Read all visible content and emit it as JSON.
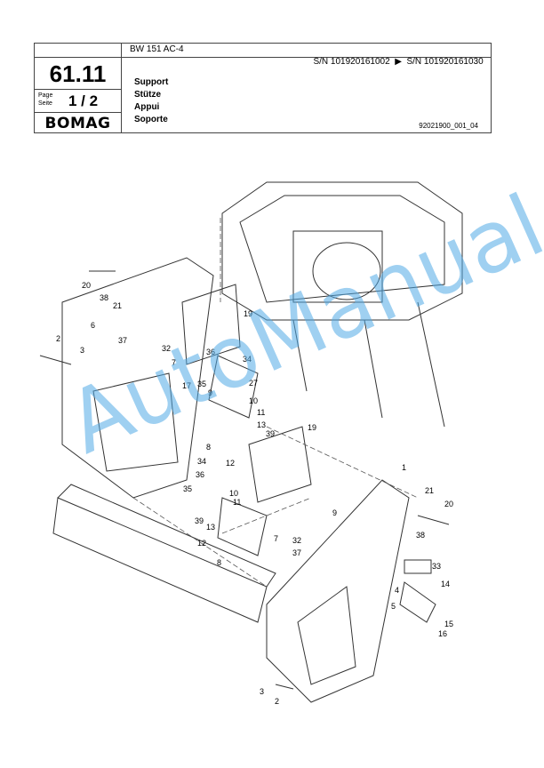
{
  "header": {
    "model": "BW 151 AC-4",
    "section_number": "61.11",
    "page_label_1": "Page",
    "page_label_2": "Seite",
    "page_number": "1 / 2",
    "brand": "BOMAG",
    "sn_from": "S/N 101920161002",
    "sn_arrow": "▶",
    "sn_to": "S/N 101920161030",
    "titles": [
      "Support",
      "Stütze",
      "Appui",
      "Soporte"
    ],
    "doc_id": "92021900_001_04"
  },
  "watermark": "AutoManual",
  "callouts": [
    "20",
    "38",
    "21",
    "6",
    "2",
    "3",
    "37",
    "32",
    "7",
    "36",
    "34",
    "19",
    "17",
    "35",
    "9",
    "27",
    "10",
    "11",
    "13",
    "39",
    "12",
    "8",
    "19",
    "1",
    "21",
    "20",
    "38",
    "34",
    "36",
    "35",
    "10",
    "11",
    "39",
    "13",
    "12",
    "8",
    "7",
    "32",
    "9",
    "37",
    "33",
    "14",
    "4",
    "5",
    "15",
    "16",
    "3",
    "2"
  ]
}
